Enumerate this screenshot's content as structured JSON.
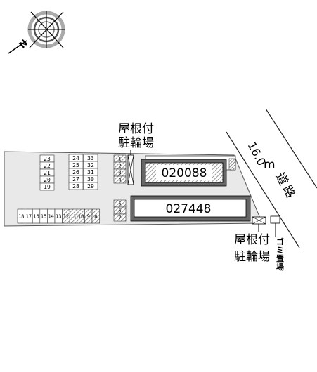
{
  "compass": {
    "label": "N"
  },
  "road": {
    "width": "16.0",
    "unit": "m",
    "label_chars": [
      "道",
      "路"
    ]
  },
  "buildings": {
    "main": {
      "code": "020088"
    },
    "second": {
      "code": "027448"
    }
  },
  "bike_parking_upper": {
    "line1": "屋根付",
    "line2": "駐輪場"
  },
  "bike_parking_lower": {
    "line1": "屋根付",
    "line2": "駐輪場"
  },
  "garbage": {
    "chars": [
      "ゴ",
      "ミ",
      "置",
      "場"
    ]
  },
  "parking": {
    "col_a": [
      "23",
      "22",
      "21",
      "20",
      "19"
    ],
    "col_b": [
      "24",
      "25",
      "26",
      "27",
      "28"
    ],
    "col_c": [
      "33",
      "32",
      "31",
      "30",
      "29"
    ],
    "col_d_upper": [
      "1",
      "2",
      "3",
      "4"
    ],
    "col_d_lower": [
      "5",
      "6",
      "7"
    ],
    "bottom_row": [
      "18",
      "17",
      "16",
      "15",
      "14",
      "13",
      "12",
      "11",
      "10",
      "9",
      "8"
    ]
  }
}
